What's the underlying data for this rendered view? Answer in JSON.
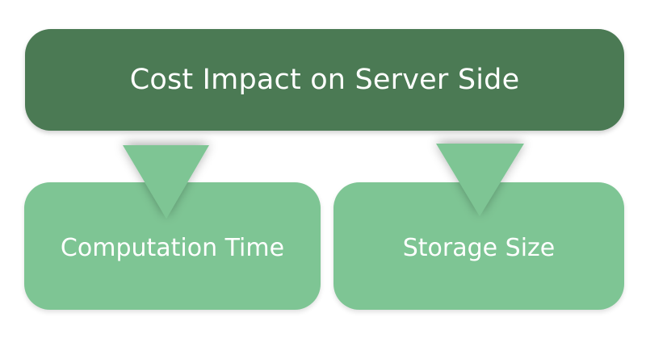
{
  "diagram": {
    "root": {
      "label": "Cost Impact on Server Side"
    },
    "children": [
      {
        "label": "Computation Time"
      },
      {
        "label": "Storage Size"
      }
    ]
  },
  "colors": {
    "root_fill": "#4b7a54",
    "child_fill": "#7ec594",
    "arrow_fill": "#7ec594"
  }
}
